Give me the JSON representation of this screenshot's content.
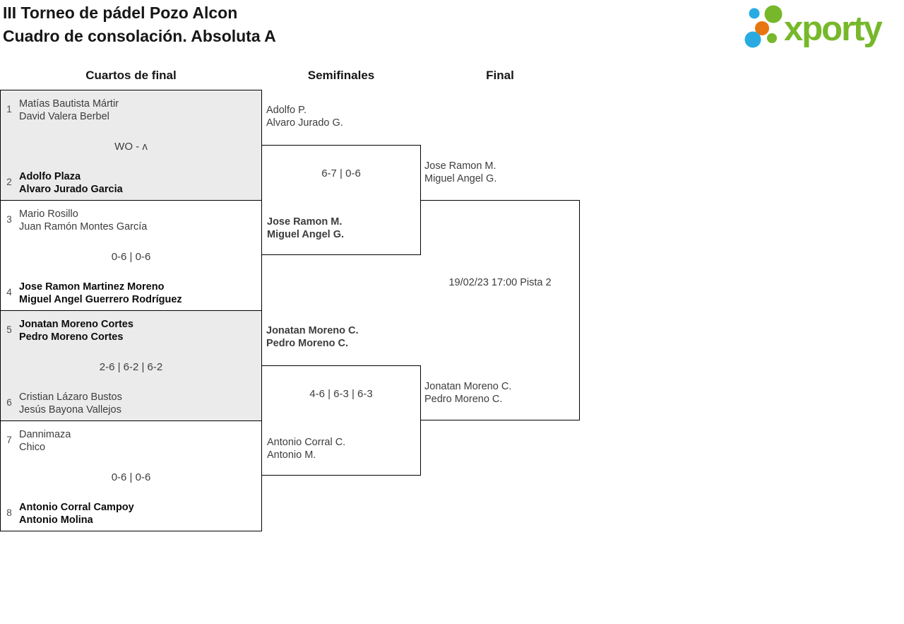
{
  "header": {
    "title_line1": "III Torneo de pádel Pozo Alcon",
    "title_line2": "Cuadro de consolación. Absoluta A"
  },
  "logo": {
    "text": "xporty"
  },
  "colors": {
    "logo_green": "#76b82a",
    "logo_blue": "#29abe2",
    "logo_orange": "#e87610",
    "row_alt_background": "#ebebeb",
    "bracket_line": "#000000"
  },
  "rounds": {
    "quarterfinals_label": "Cuartos de final",
    "semifinals_label": "Semifinales",
    "final_label": "Final"
  },
  "quarterfinals": [
    {
      "seed_top": "1",
      "team_top_line1": "Matías Bautista Mártir",
      "team_top_line2": "David Valera Berbel",
      "score": "WO - ʌ",
      "seed_bottom": "2",
      "team_bottom_line1": "Adolfo Plaza",
      "team_bottom_line2": "Alvaro Jurado Garcia"
    },
    {
      "seed_top": "3",
      "team_top_line1": "Mario Rosillo",
      "team_top_line2": "Juan Ramón Montes García",
      "score": "0-6 | 0-6",
      "seed_bottom": "4",
      "team_bottom_line1": "Jose Ramon Martinez Moreno",
      "team_bottom_line2": "Miguel Angel Guerrero Rodríguez"
    },
    {
      "seed_top": "5",
      "team_top_line1": "Jonatan Moreno Cortes",
      "team_top_line2": "Pedro Moreno Cortes",
      "score": "2-6 | 6-2 | 6-2",
      "seed_bottom": "6",
      "team_bottom_line1": "Cristian Lázaro Bustos",
      "team_bottom_line2": "Jesús Bayona Vallejos"
    },
    {
      "seed_top": "7",
      "team_top_line1": "Dannimaza",
      "team_top_line2": "Chico",
      "score": "0-6 | 0-6",
      "seed_bottom": "8",
      "team_bottom_line1": "Antonio Corral Campoy",
      "team_bottom_line2": "Antonio Molina"
    }
  ],
  "semifinals": [
    {
      "team_top_line1": "Adolfo P.",
      "team_top_line2": "Alvaro Jurado G.",
      "score": "6-7 | 0-6",
      "team_bottom_line1": "Jose Ramon M.",
      "team_bottom_line2": "Miguel Angel G."
    },
    {
      "team_top_line1": "Jonatan Moreno C.",
      "team_top_line2": "Pedro Moreno C.",
      "score": "4-6 | 6-3 | 6-3",
      "team_bottom_line1": "Antonio Corral C.",
      "team_bottom_line2": "Antonio M."
    }
  ],
  "final": {
    "team_top_line1": "Jose Ramon M.",
    "team_top_line2": "Miguel Angel G.",
    "schedule": "19/02/23 17:00 Pista 2",
    "team_bottom_line1": "Jonatan Moreno C.",
    "team_bottom_line2": "Pedro Moreno C."
  }
}
